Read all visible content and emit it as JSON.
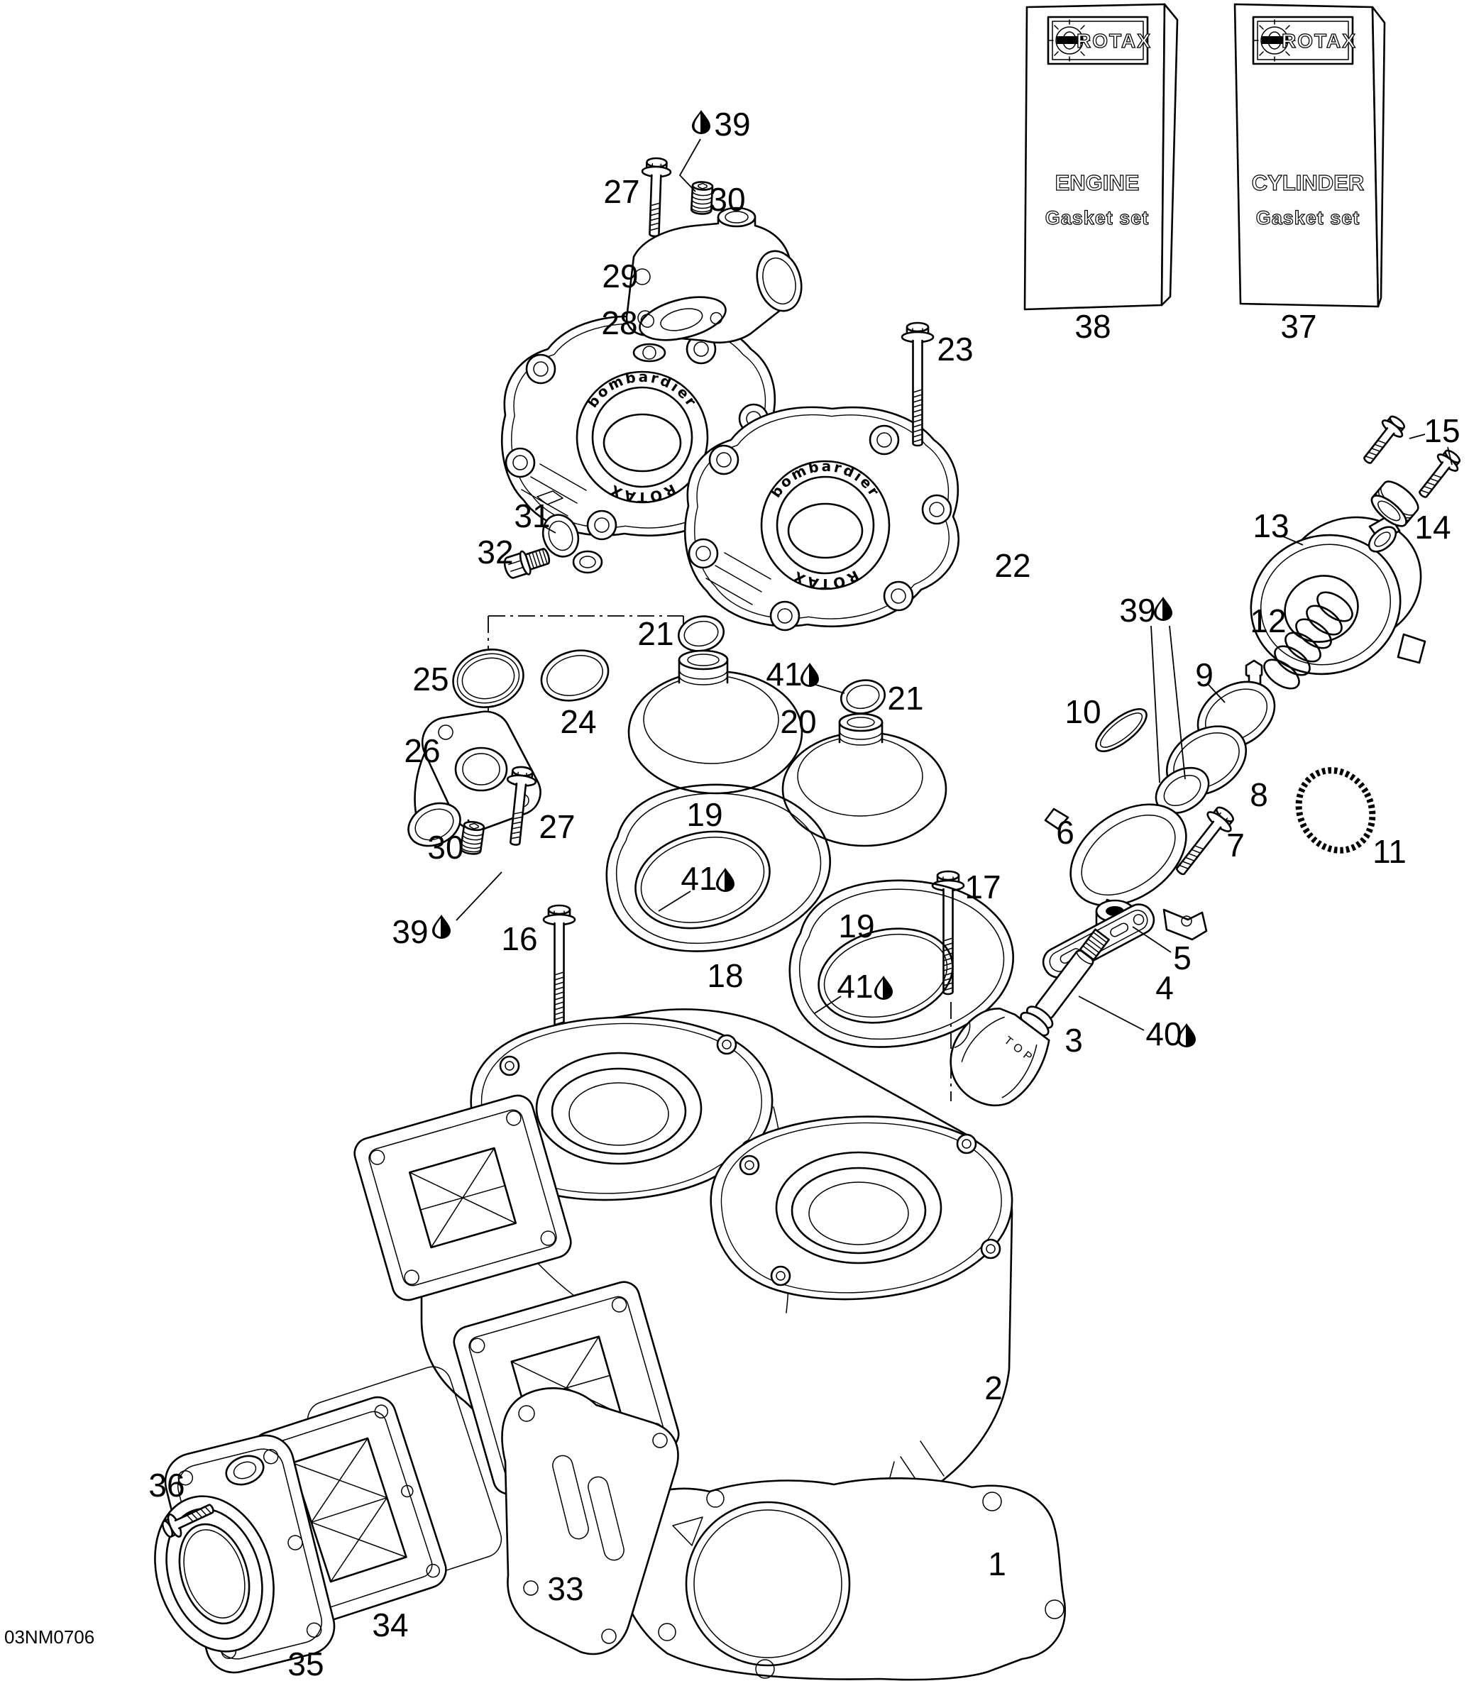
{
  "drawing": {
    "code": "03NM0706"
  },
  "packages": {
    "engine": {
      "brand": "ROTAX",
      "title": "ENGINE",
      "subtitle": "Gasket set"
    },
    "cylinder": {
      "brand": "ROTAX",
      "title": "CYLINDER",
      "subtitle": "Gasket set"
    }
  },
  "castings": {
    "arc_top": "bombardier",
    "arc_bottom": "ROTAX"
  },
  "shaft": {
    "top_mark": "TOP"
  },
  "callouts": [
    {
      "n": "39"
    },
    {
      "n": "27"
    },
    {
      "n": "30"
    },
    {
      "n": "29"
    },
    {
      "n": "28"
    },
    {
      "n": "23"
    },
    {
      "n": "22"
    },
    {
      "n": "31"
    },
    {
      "n": "32"
    },
    {
      "n": "25"
    },
    {
      "n": "24"
    },
    {
      "n": "21"
    },
    {
      "n": "41"
    },
    {
      "n": "21"
    },
    {
      "n": "20"
    },
    {
      "n": "26"
    },
    {
      "n": "27"
    },
    {
      "n": "30"
    },
    {
      "n": "39"
    },
    {
      "n": "16"
    },
    {
      "n": "19"
    },
    {
      "n": "41"
    },
    {
      "n": "18"
    },
    {
      "n": "19"
    },
    {
      "n": "41"
    },
    {
      "n": "17"
    },
    {
      "n": "15"
    },
    {
      "n": "14"
    },
    {
      "n": "13"
    },
    {
      "n": "12"
    },
    {
      "n": "39"
    },
    {
      "n": "9"
    },
    {
      "n": "10"
    },
    {
      "n": "8"
    },
    {
      "n": "11"
    },
    {
      "n": "6"
    },
    {
      "n": "7"
    },
    {
      "n": "5"
    },
    {
      "n": "4"
    },
    {
      "n": "40"
    },
    {
      "n": "3"
    },
    {
      "n": "2"
    },
    {
      "n": "1"
    },
    {
      "n": "33"
    },
    {
      "n": "34"
    },
    {
      "n": "35"
    },
    {
      "n": "36"
    },
    {
      "n": "38"
    },
    {
      "n": "37"
    }
  ]
}
